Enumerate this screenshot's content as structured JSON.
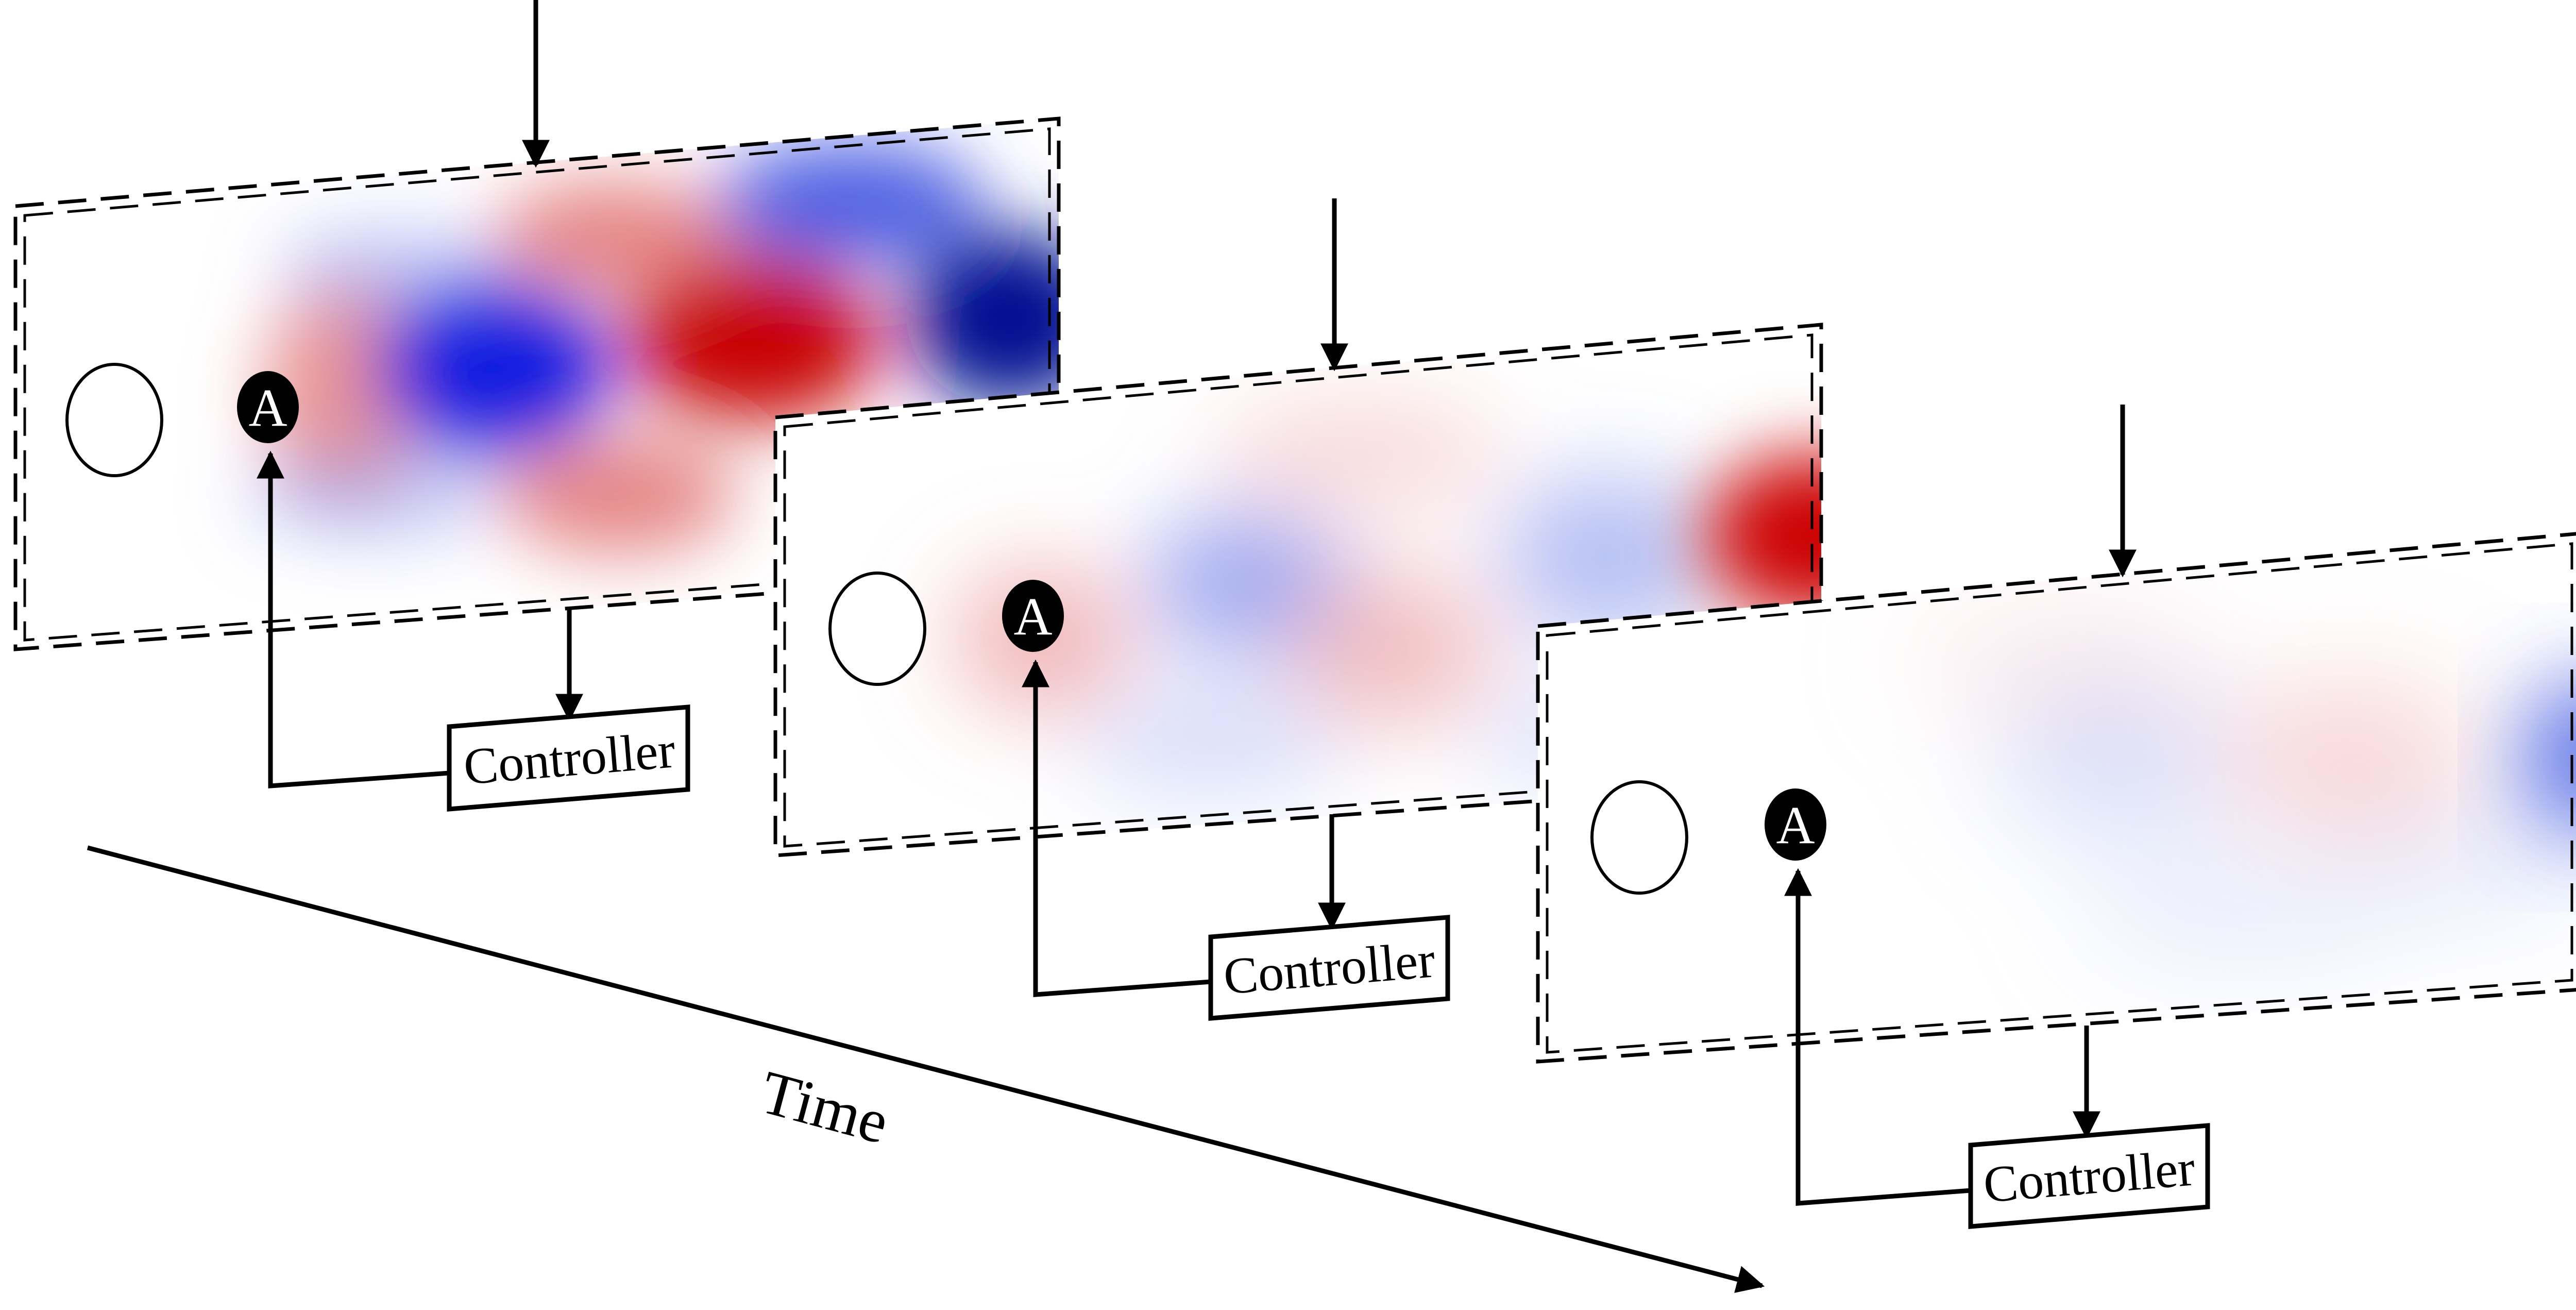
{
  "diagram": {
    "time_label": "Time",
    "frames": [
      {
        "controller_label": "Controller",
        "actuator_label": "A"
      },
      {
        "controller_label": "Controller",
        "actuator_label": "A"
      },
      {
        "controller_label": "Controller",
        "actuator_label": "A"
      }
    ],
    "colors": {
      "positive": "#d40000",
      "negative": "#0014d4",
      "line": "#000000"
    }
  }
}
